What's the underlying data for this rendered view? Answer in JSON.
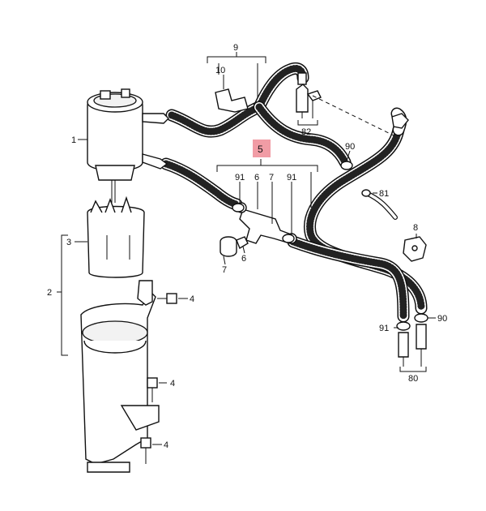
{
  "diagram": {
    "callouts": {
      "c1": "1",
      "c2": "2",
      "c3": "3",
      "c4a": "4",
      "c4b": "4",
      "c4c": "4",
      "c5": "5",
      "c6a": "6",
      "c6b": "6",
      "c7a": "7",
      "c7b": "7",
      "c8": "8",
      "c9": "9",
      "c10": "10",
      "c80": "80",
      "c81": "81",
      "c82": "82",
      "c90a": "90",
      "c90b": "90",
      "c91a": "91",
      "c91b": "91",
      "c91c": "91"
    },
    "colors": {
      "highlight": "#ee8b95",
      "line": "#111111"
    }
  }
}
